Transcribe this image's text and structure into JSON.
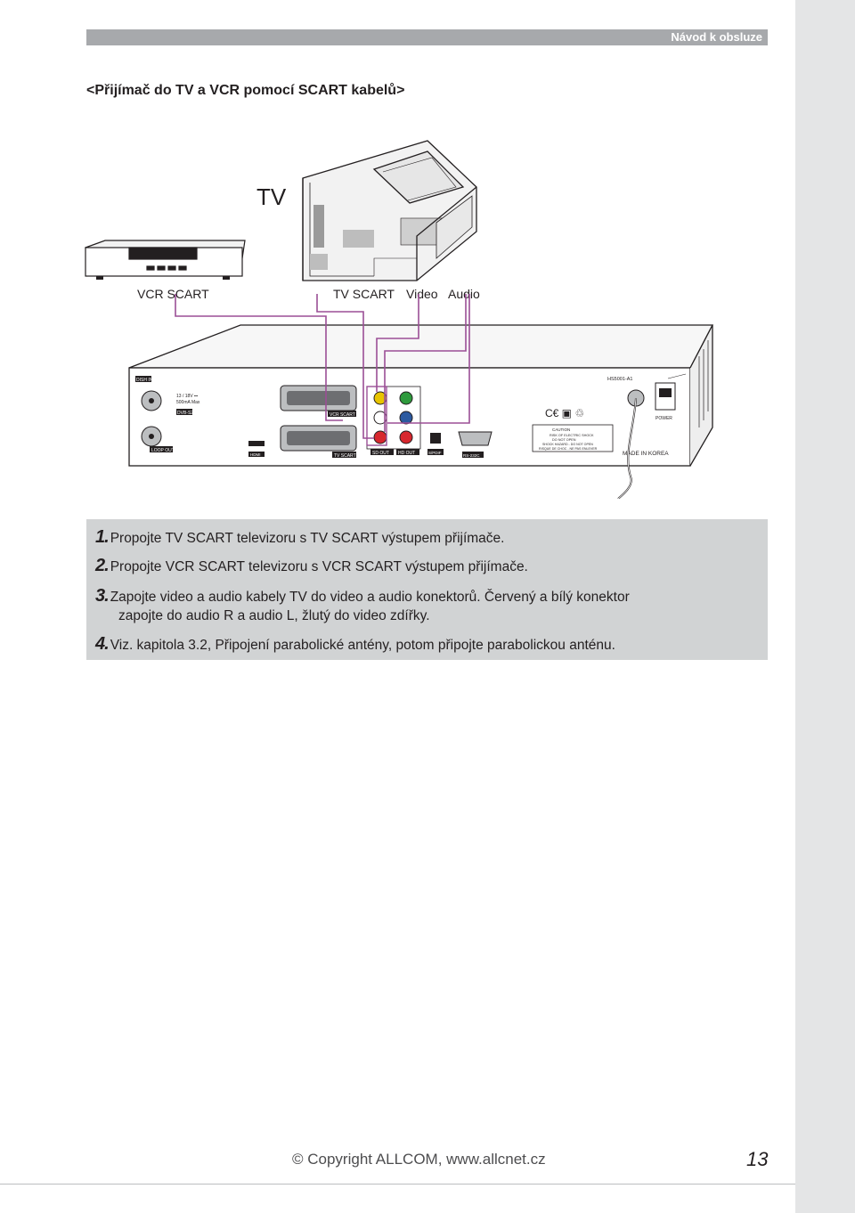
{
  "header": {
    "title": "Návod k obsluze"
  },
  "section": {
    "title": "<Přijímač do TV a VCR pomocí SCART kabelů>"
  },
  "figure": {
    "tv_label": "TV",
    "vcr_scart_label": "VCR SCART",
    "tv_scart_label": "TV SCART",
    "video_label": "Video",
    "audio_label": "Audio",
    "panel": {
      "dish_in": "DISH IN",
      "power_spec_1": "13 / 18V ⎓",
      "power_spec_2": "500mA Max",
      "dvb_s2": "DVB-S2",
      "loop_out": "LOOP OUT",
      "hdmi": "HDMI",
      "vcr_scart": "VCR SCART",
      "tv_scart": "TV SCART",
      "sd_out": "SD OUT",
      "hd_out": "HD OUT",
      "spdif": "S/PDIF",
      "rs232c": "RS-232C",
      "model": "HS5001-A1",
      "power": "POWER",
      "made_in": "MADE IN KOREA",
      "caution_title": "CAUTION",
      "caution_line1": "RISK OF ELECTRIC SHOCK",
      "caution_line2": "DO NOT OPEN",
      "warning_line1": "SHOCK HAZARD - DO NOT OPEN",
      "warning_line2": "RISQUE DE CHOC - NE PAS ENLEVER"
    }
  },
  "steps": [
    {
      "num": "1.",
      "text": "Propojte TV SCART televizoru s TV SCART výstupem přijímače."
    },
    {
      "num": "2.",
      "text": "Propojte VCR SCART televizoru s VCR SCART výstupem přijímače."
    },
    {
      "num": "3.",
      "text": "Zapojte video a audio kabely TV do video a audio konektorů. Červený a bílý konektor",
      "text2": "zapojte do audio R a audio L, žlutý do video zdířky."
    },
    {
      "num": "4.",
      "text": "Viz. kapitola 3.2, Připojení parabolické antény, potom připojte parabolickou anténu."
    }
  ],
  "footer": {
    "copyright": "© Copyright ALLCOM, www.allcnet.cz",
    "page": "13"
  }
}
